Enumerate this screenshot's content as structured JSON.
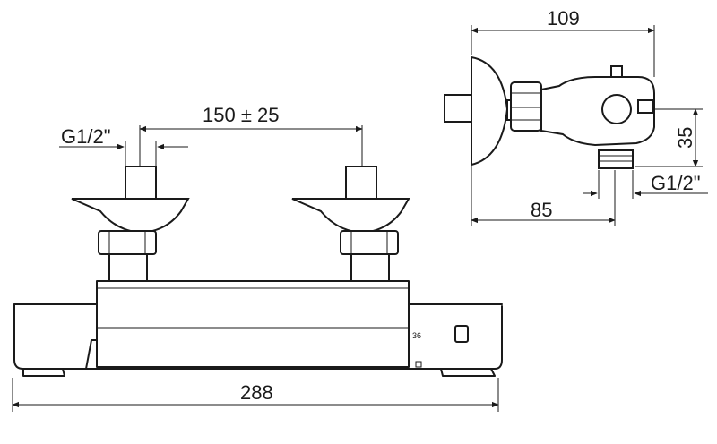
{
  "dimensions": {
    "total_length": "288",
    "inlet_spacing": "150 ± 25",
    "inlet_thread_front": "G1/2\"",
    "side_depth": "109",
    "wall_depth": "85",
    "outlet_offset": "35",
    "outlet_thread_side": "G1/2\""
  },
  "scale_marking": "36"
}
